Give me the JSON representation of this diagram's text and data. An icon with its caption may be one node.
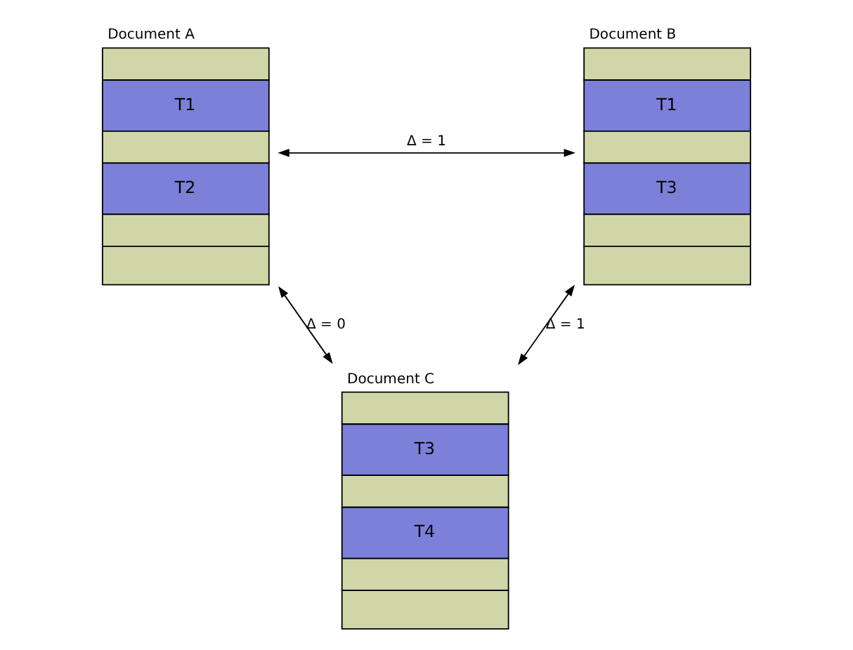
{
  "diagram": {
    "nodes": [
      {
        "text": [
          "Document A",
          "T1",
          "T2"
        ]
      },
      {
        "text": [
          "Document B",
          "T1",
          "T3"
        ]
      },
      {
        "text": [
          "Document C",
          "T3",
          "T4"
        ]
      }
    ],
    "edges": [
      {
        "from": 0,
        "to": 1,
        "arrow": "both",
        "label": "Δ = 1"
      },
      {
        "from": 0,
        "to": 2,
        "arrow": "both",
        "label": "Δ = 0"
      },
      {
        "from": 1,
        "to": 2,
        "arrow": "both",
        "label": "Δ = 1"
      }
    ]
  }
}
